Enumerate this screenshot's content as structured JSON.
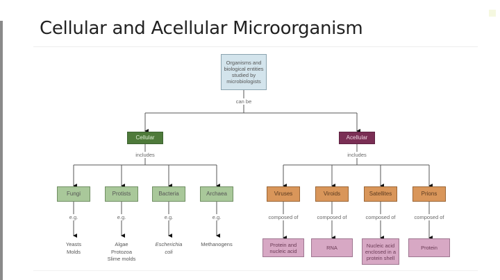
{
  "slide": {
    "title": "Cellular and Acellular Microorganism"
  },
  "diagram": {
    "root": "Organisms and biological entities studied by microbiologists",
    "root_link": "can be",
    "colors": {
      "root": "#d3e4ec",
      "cellular": "#4e7a3a",
      "acellular": "#7a2e54",
      "cellular_children": "#a9c89a",
      "acellular_children": "#d9965a",
      "composition": "#d7a8c4"
    },
    "cellular": {
      "label": "Cellular",
      "link": "includes",
      "children": [
        {
          "label": "Fungi",
          "link": "e.g.",
          "examples": [
            "Yeasts",
            "Molds"
          ]
        },
        {
          "label": "Protists",
          "link": "e.g.",
          "examples": [
            "Algae",
            "Protozoa",
            "Slime molds"
          ]
        },
        {
          "label": "Bacteria",
          "link": "e.g.",
          "examples": [
            "Escherichia",
            "coli"
          ]
        },
        {
          "label": "Archaea",
          "link": "e.g.",
          "examples": [
            "Methanogens"
          ]
        }
      ]
    },
    "acellular": {
      "label": "Acellular",
      "link": "includes",
      "children": [
        {
          "label": "Viruses",
          "link": "composed of",
          "composition": "Protein and nucleic acid"
        },
        {
          "label": "Viroids",
          "link": "composed of",
          "composition": "RNA"
        },
        {
          "label": "Satellites",
          "link": "composed of",
          "composition": "Nucleic acid enclosed in a protein shell"
        },
        {
          "label": "Prions",
          "link": "composed of",
          "composition": "Protein"
        }
      ]
    }
  }
}
